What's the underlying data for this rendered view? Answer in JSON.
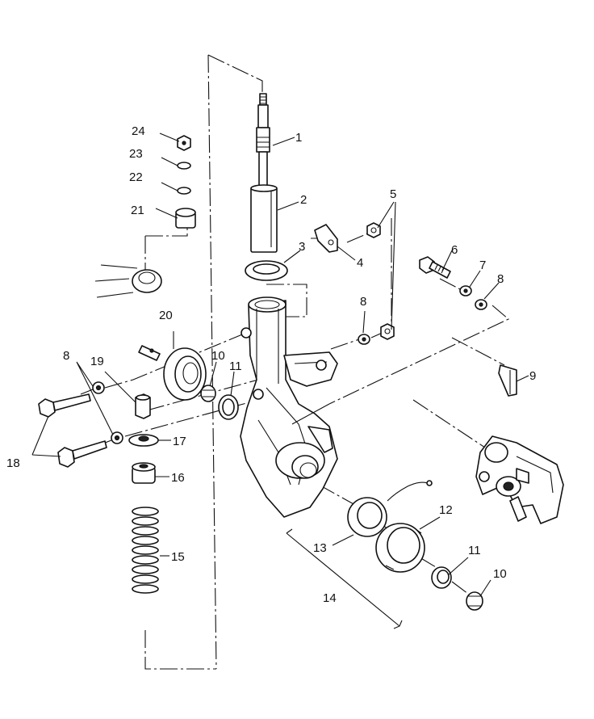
{
  "callouts": [
    {
      "key": "c1",
      "label": "1"
    },
    {
      "key": "c2",
      "label": "2"
    },
    {
      "key": "c3",
      "label": "3"
    },
    {
      "key": "c4",
      "label": "4"
    },
    {
      "key": "c5",
      "label": "5"
    },
    {
      "key": "c6",
      "label": "6"
    },
    {
      "key": "c7",
      "label": "7"
    },
    {
      "key": "c8a",
      "label": "8"
    },
    {
      "key": "c8b",
      "label": "8"
    },
    {
      "key": "c8c",
      "label": "8"
    },
    {
      "key": "c9",
      "label": "9"
    },
    {
      "key": "c10a",
      "label": "10"
    },
    {
      "key": "c10b",
      "label": "10"
    },
    {
      "key": "c11a",
      "label": "11"
    },
    {
      "key": "c11b",
      "label": "11"
    },
    {
      "key": "c12",
      "label": "12"
    },
    {
      "key": "c13",
      "label": "13"
    },
    {
      "key": "c14",
      "label": "14"
    },
    {
      "key": "c15",
      "label": "15"
    },
    {
      "key": "c16",
      "label": "16"
    },
    {
      "key": "c17",
      "label": "17"
    },
    {
      "key": "c18",
      "label": "18"
    },
    {
      "key": "c19",
      "label": "19"
    },
    {
      "key": "c20",
      "label": "20"
    },
    {
      "key": "c21",
      "label": "21"
    },
    {
      "key": "c22",
      "label": "22"
    },
    {
      "key": "c23",
      "label": "23"
    },
    {
      "key": "c24",
      "label": "24"
    }
  ]
}
